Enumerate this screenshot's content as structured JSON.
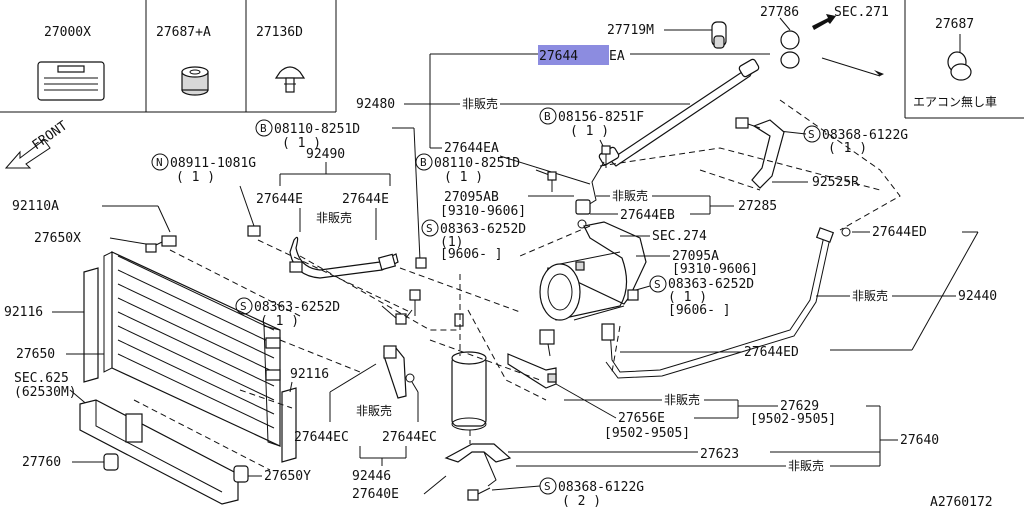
{
  "diagram_id": "A2760172",
  "header_boxes": [
    {
      "part": "27000X"
    },
    {
      "part": "27687+A"
    },
    {
      "part": "27136D"
    }
  ],
  "right_box": {
    "part": "27687",
    "note": "エアコン無し車"
  },
  "front_label": "FRONT",
  "highlighted_part": "27644",
  "highlighted_suffix": "EA",
  "labels": {
    "p27719M": "27719M",
    "p27786": "27786",
    "sec271": "SEC.271",
    "p92480": "92480",
    "hibaibai1": "非販売",
    "p08156": "08156-8251F",
    "p08156q": "( 1 )",
    "p08110a": "08110-8251D",
    "p08110aq": "( 1 )",
    "p08368a": "08368-6122G",
    "p08368aq": "( 1 )",
    "p92490": "92490",
    "p27644EA2": "27644EA",
    "p08911": "08911-1081G",
    "p08911q": "( 1 )",
    "p08110b": "08110-8251D",
    "p08110bq": "( 1 )",
    "p92525R": "92525R",
    "p27095AB": "27095AB",
    "p27095ABr": "[9310-9606]",
    "hibaibai2": "非販売",
    "p27285": "27285",
    "p27644E1": "27644E",
    "p27644E2": "27644E",
    "hibaibai3": "非販売",
    "p27644EB": "27644EB",
    "p92110A": "92110A",
    "p08363a": "08363-6252D",
    "p08363aq": "(1)",
    "p08363ar": "[9606-   ]",
    "sec274": "SEC.274",
    "p27644ED1": "27644ED",
    "p27650X": "27650X",
    "p27095A": "27095A",
    "p27095Ar": "[9310-9606]",
    "p08363b": "08363-6252D",
    "p08363bq": "( 1 )",
    "p08363br": "[9606-   ]",
    "hibaibai4": "非販売",
    "p92440": "92440",
    "p92116a": "92116",
    "p08363c": "08363-6252D",
    "p08363cq": "( 1 )",
    "p27650": "27650",
    "p27644ED2": "27644ED",
    "p92116b": "92116",
    "sec625": "SEC.625",
    "sec625b": "(62530M)",
    "hibaibai5": "非販売",
    "p27629": "27629",
    "p27656E": "27656E",
    "p27656Er": "[9502-9505]",
    "p27629r": "[9502-9505]",
    "hibaibai6": "非販売",
    "p27644EC1": "27644EC",
    "p27644EC2": "27644EC",
    "p27640": "27640",
    "p27760": "27760",
    "p27623": "27623",
    "hibaibai7": "非販売",
    "p92446": "92446",
    "p27650Y": "27650Y",
    "p27640E": "27640E",
    "p08368b": "08368-6122G",
    "p08368bq": "( 2 )"
  },
  "circle_marks": {
    "B": "B",
    "S": "S",
    "N": "N"
  }
}
